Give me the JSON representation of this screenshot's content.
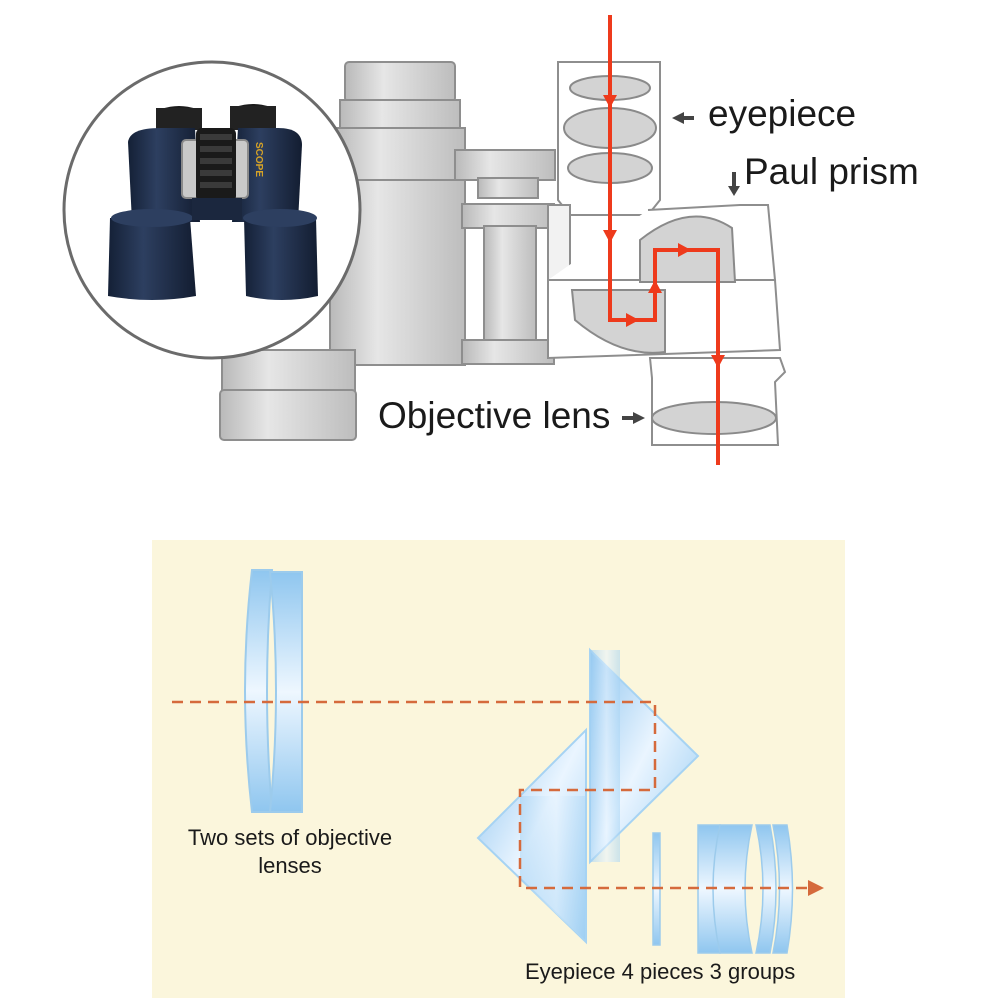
{
  "top_diagram": {
    "labels": {
      "eyepiece": "eyepiece",
      "paul_prism": "Paul prism",
      "objective_lens": "Objective lens"
    },
    "product_logo": "SCOPE",
    "colors": {
      "light_path": "#ee3a1c",
      "body_gray": "#d2d2d2",
      "body_stroke": "#8e8e8e",
      "binocular_navy": "#1f2f4a"
    }
  },
  "bottom_diagram": {
    "labels": {
      "objective_line1": "Two sets of objective",
      "objective_line2": "lenses",
      "eyepiece_groups": "Eyepiece 4 pieces 3 groups"
    },
    "colors": {
      "background": "#fbf6dc",
      "optical_blue": "#9fd0f2",
      "light_path": "#d56a3c"
    }
  }
}
